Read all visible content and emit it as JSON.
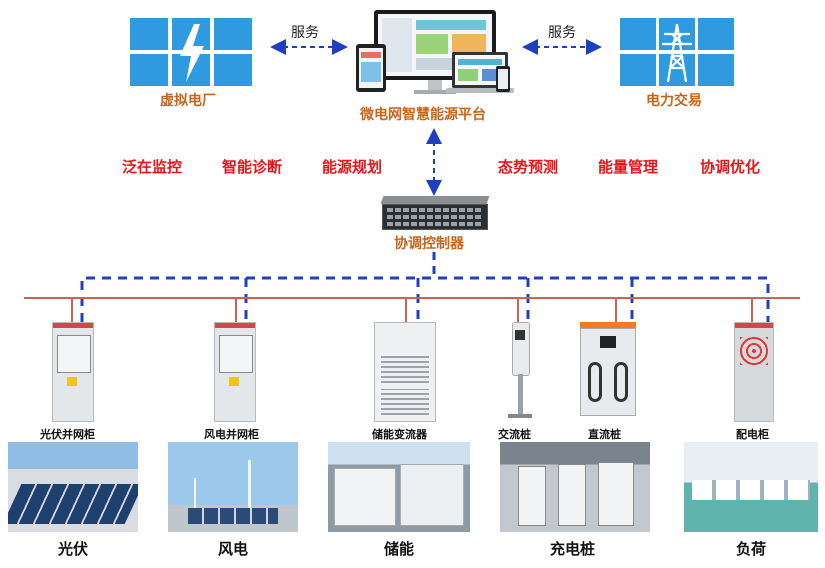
{
  "top": {
    "virtual_plant": "虚拟电厂",
    "platform": "微电网智慧能源平台",
    "power_trading": "电力交易",
    "service_left": "服务",
    "service_right": "服务"
  },
  "functions": [
    "泛在监控",
    "智能诊断",
    "能源规划",
    "态势预测",
    "能量管理",
    "协调优化"
  ],
  "controller": "协调控制器",
  "devices": [
    "光伏并网柜",
    "风电并网柜",
    "储能变流器",
    "交流桩",
    "直流桩",
    "配电柜"
  ],
  "categories": [
    "光伏",
    "风电",
    "储能",
    "充电桩",
    "负荷"
  ],
  "colors": {
    "orange_label": "#c8651b",
    "red_label": "#e8151b",
    "dashed_link": "#1f3fbf",
    "bus_line": "#c8654a",
    "tile_blue": "#2f9ae0"
  },
  "icons": [
    "lightning-icon",
    "power-tower-icon",
    "monitor-devices-icon",
    "controller-rack-icon"
  ]
}
